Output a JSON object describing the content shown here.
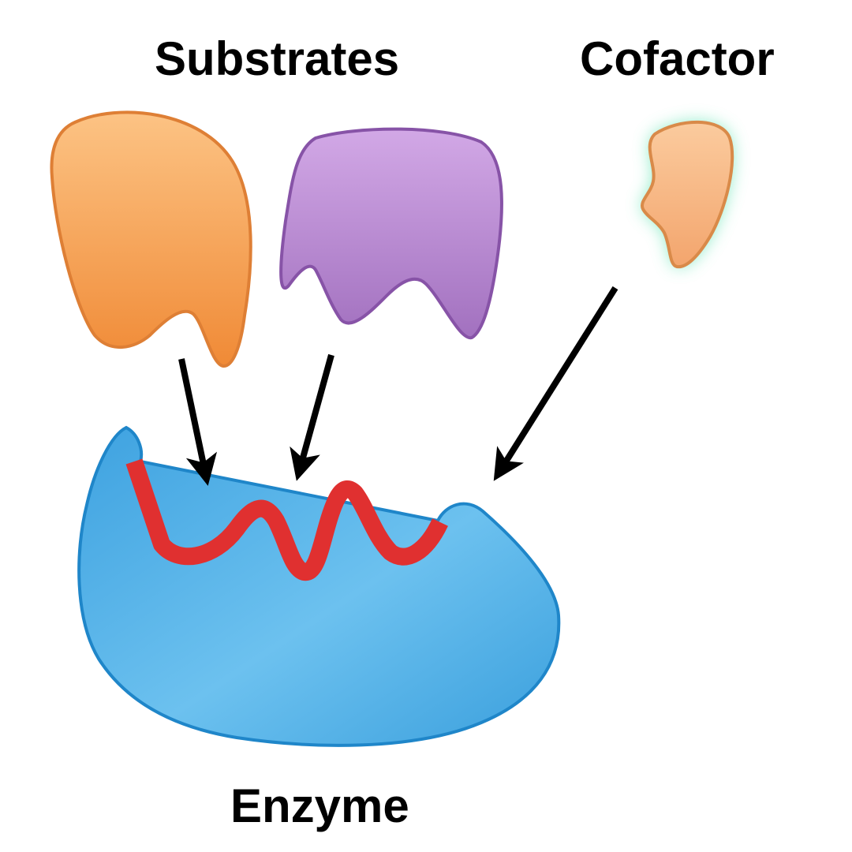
{
  "labels": {
    "substrates": "Substrates",
    "cofactor": "Cofactor",
    "enzyme": "Enzyme"
  },
  "colors": {
    "substrate_orange": "#F39A46",
    "substrate_purple": "#B383CC",
    "cofactor": "#F6B079",
    "cofactor_glow": "#5FE3B0",
    "enzyme": "#4AAEE6",
    "active_site": "#E03030",
    "arrow": "#000000"
  }
}
